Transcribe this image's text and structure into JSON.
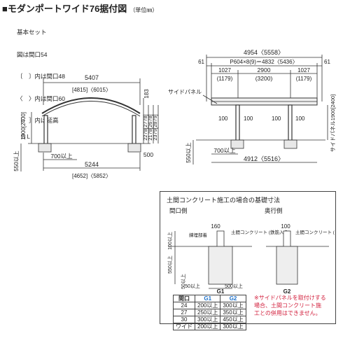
{
  "header": {
    "title": "■モダンポートワイド76据付図",
    "unit": "（単位㎜）"
  },
  "legend": {
    "lines": [
      "基本セット",
      "図は間口54",
      "〔　〕内は間口48",
      "〈　〉内は間口60",
      "［　］内は延高"
    ]
  },
  "front_view": {
    "width_top": "5407",
    "width_top_alt": "[4815]〈6015〉",
    "right_dim_183": "183",
    "heights": [
      "2278[2778]",
      "2178[2678]",
      "2379[2879]"
    ],
    "left_height": "1900[2400]",
    "gl": "G L",
    "left_foot": "550以上",
    "foot_700": "700以上",
    "foot_500": "500",
    "width_bottom": "5244",
    "width_bottom_alt": "[4652]〈5852〉"
  },
  "side_view": {
    "width_top": "4954〈5558〉",
    "pitch": "P604×8(9)＝4832〈5436〉",
    "edge_61_left": "61",
    "edge_61_right": "61",
    "dim_1027_left": "1027",
    "dim_1179_left": "(1179)",
    "dim_2900": "2900",
    "dim_3200": "(3200)",
    "dim_1027_right": "1027",
    "dim_1179_right": "(1179)",
    "side_panel": "サイドパネル",
    "dim_100_a": "100",
    "dim_100_b": "100",
    "dim_100_c": "100",
    "dim_100_d": "100",
    "right_height": "サイドパネル1900[2400]",
    "left_foot": "550以上",
    "foot_700": "700以上",
    "width_bottom": "4912〈5516〉"
  },
  "foundation": {
    "title": "土間コンクリート施工の場合の基礎寸法",
    "front_label": "間口側",
    "depth_label": "奥行側",
    "front_160": "160",
    "depth_100": "100",
    "mortar": "練埋部着",
    "concrete_1": "土間コンクリート\n(鉄筋入り)",
    "concrete_2": "土間コンクリート\n(鉄筋入り)",
    "h_100": "100以上",
    "h_550": "550以上",
    "h_50": "50以上",
    "w_50": "50以上",
    "w_500": "500以上",
    "g1_label": "G1",
    "g2_label": "G2",
    "table_headers": [
      "間口",
      "G1",
      "G2"
    ],
    "table_rows": [
      [
        "24",
        "200以上",
        "300以上"
      ],
      [
        "27",
        "250以上",
        "350以上"
      ],
      [
        "30",
        "300以上",
        "450以上"
      ],
      [
        "ワイド",
        "200以上",
        "300以上"
      ]
    ],
    "note": "※サイドパネルを取付けする\n場合、土間コンクリート施\n工との併用はできません。"
  },
  "colors": {
    "accent_blue": "#1a6ec8",
    "note_red": "#d21f3c",
    "line": "#333333"
  }
}
